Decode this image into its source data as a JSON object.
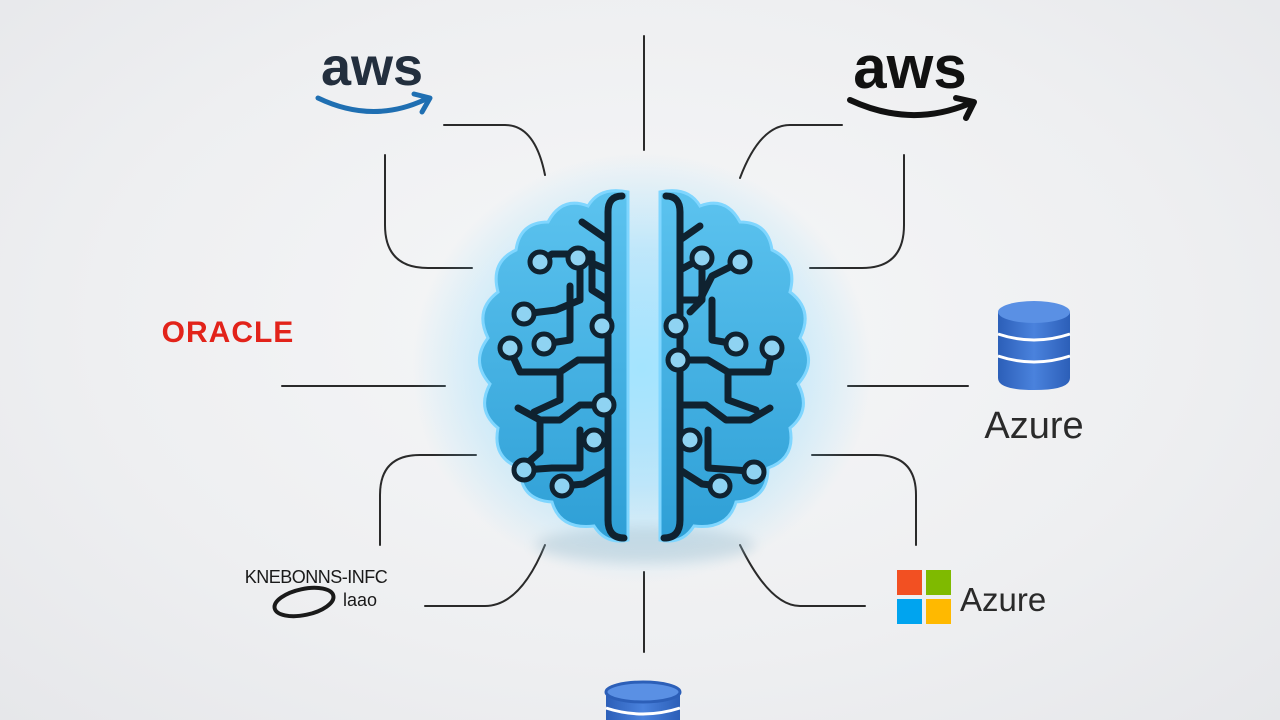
{
  "logos": {
    "aws_top_left": {
      "text": "aws",
      "color": "#232f3e",
      "smile_color": "#1f6fb2"
    },
    "aws_top_right": {
      "text": "aws",
      "color": "#111111",
      "smile_color": "#111111"
    },
    "oracle": {
      "text": "ORACLE",
      "color": "#e2231a"
    },
    "azure_database": {
      "text": "Azure",
      "color": "#2a2a2a",
      "db_color": "#2f67c4"
    },
    "azure_microsoft": {
      "text": "Azure",
      "color": "#2a2a2a",
      "tile_colors": [
        "#f25022",
        "#7fba00",
        "#00a4ef",
        "#ffb900"
      ]
    },
    "unknown_logo": {
      "line1": "KNEBONNS-INFC",
      "line2": "laao",
      "color": "#1a1a1a"
    },
    "bottom_database": {
      "color": "#2f67c4"
    }
  },
  "brain": {
    "icon": "circuit-brain-icon",
    "fill_color": "#45b6e8",
    "glow_color": "#7fd6ff",
    "trace_color": "#0f2230"
  }
}
